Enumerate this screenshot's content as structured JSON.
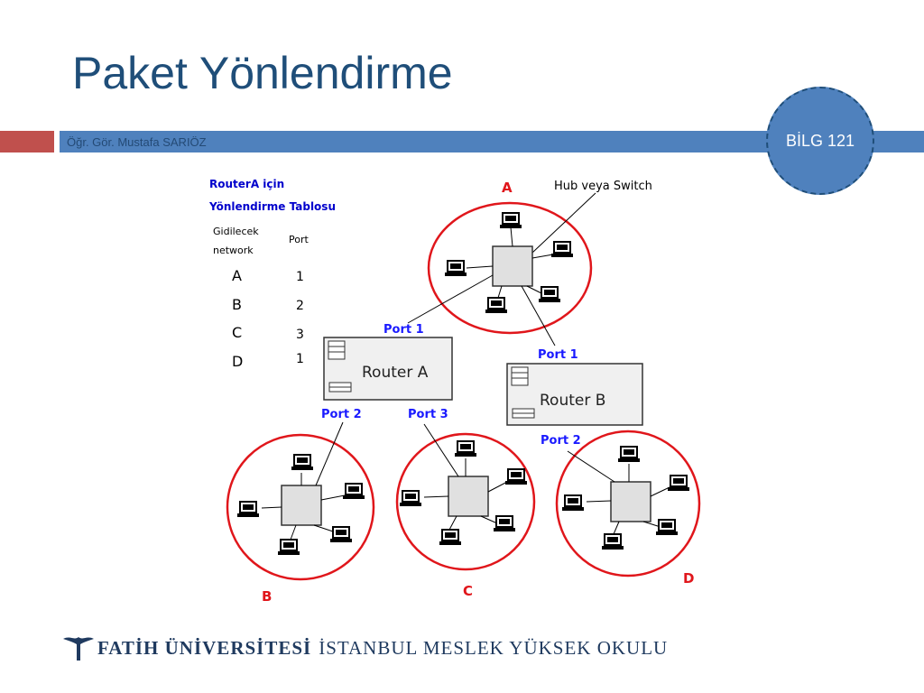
{
  "slide": {
    "title": "Paket Yönlendirme",
    "author": "Öğr. Gör. Mustafa SARIÖZ",
    "badge": "BİLG 121",
    "footer_university": "FATİH ÜNİVERSİTESİ",
    "footer_school": "İSTANBUL MESLEK YÜKSEK OKULU",
    "colors": {
      "title": "#1f4e79",
      "bar_blue": "#4f81bd",
      "bar_red": "#c0504d",
      "network_ring": "#e0161b",
      "port_label": "#1a1aff"
    }
  },
  "diagram": {
    "table_title_line1": "RouterA için",
    "table_title_line2": "Yönlendirme Tablosu",
    "col_network_line1": "Gidilecek",
    "col_network_line2": "network",
    "col_port": "Port",
    "rows": [
      {
        "network": "A",
        "port": "1"
      },
      {
        "network": "B",
        "port": "2"
      },
      {
        "network": "C",
        "port": "3"
      },
      {
        "network": "D",
        "port": "1"
      }
    ],
    "hub_label": "Hub veya Switch",
    "networks": {
      "a": "A",
      "b": "B",
      "c": "C",
      "d": "D"
    },
    "router_a": {
      "label": "Router A",
      "port1": "Port 1",
      "port2": "Port 2",
      "port3": "Port 3"
    },
    "router_b": {
      "label": "Router B",
      "port1": "Port 1",
      "port2": "Port 2"
    }
  }
}
